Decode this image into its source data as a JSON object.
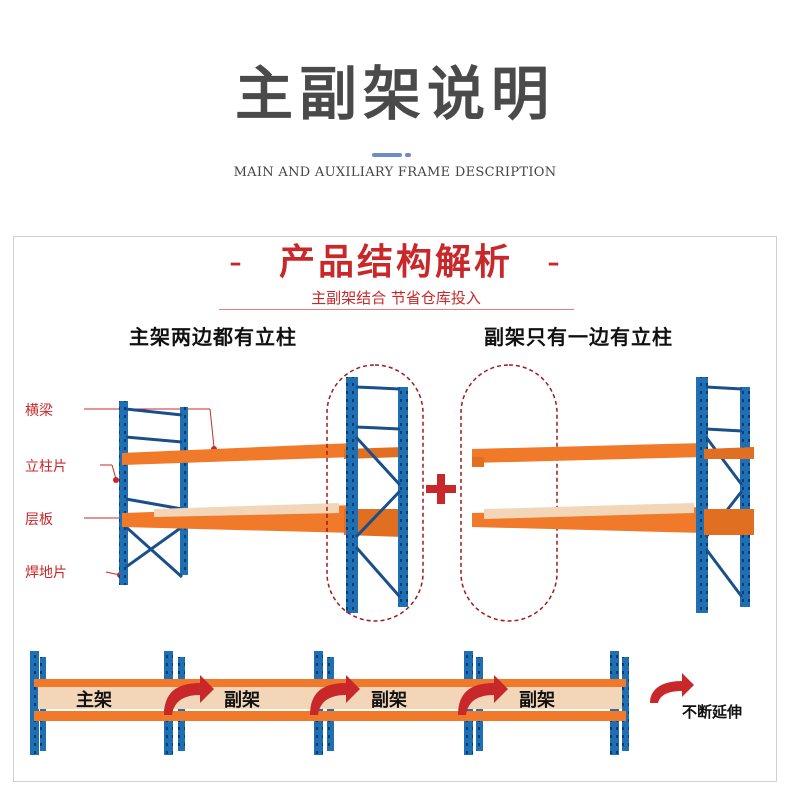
{
  "header": {
    "title": "主副架说明",
    "subtitle": "MAIN AND AUXILIARY FRAME DESCRIPTION"
  },
  "panel": {
    "title_dash_left": "-",
    "title": "产品结构解析",
    "title_dash_right": "-",
    "subtitle": "主副架结合 节省仓库投入",
    "left_heading": "主架两边都有立柱",
    "right_heading": "副架只有一边有立柱",
    "plus": "+",
    "parts": [
      {
        "label": "横梁"
      },
      {
        "label": "立柱片"
      },
      {
        "label": "层板"
      },
      {
        "label": "焊地片"
      }
    ],
    "row_labels": [
      "主架",
      "副架",
      "副架",
      "副架"
    ],
    "extend_label": "不断延伸"
  },
  "colors": {
    "upright": "#1f6fb5",
    "beam": "#f07a2a",
    "accent": "#c8282a"
  }
}
